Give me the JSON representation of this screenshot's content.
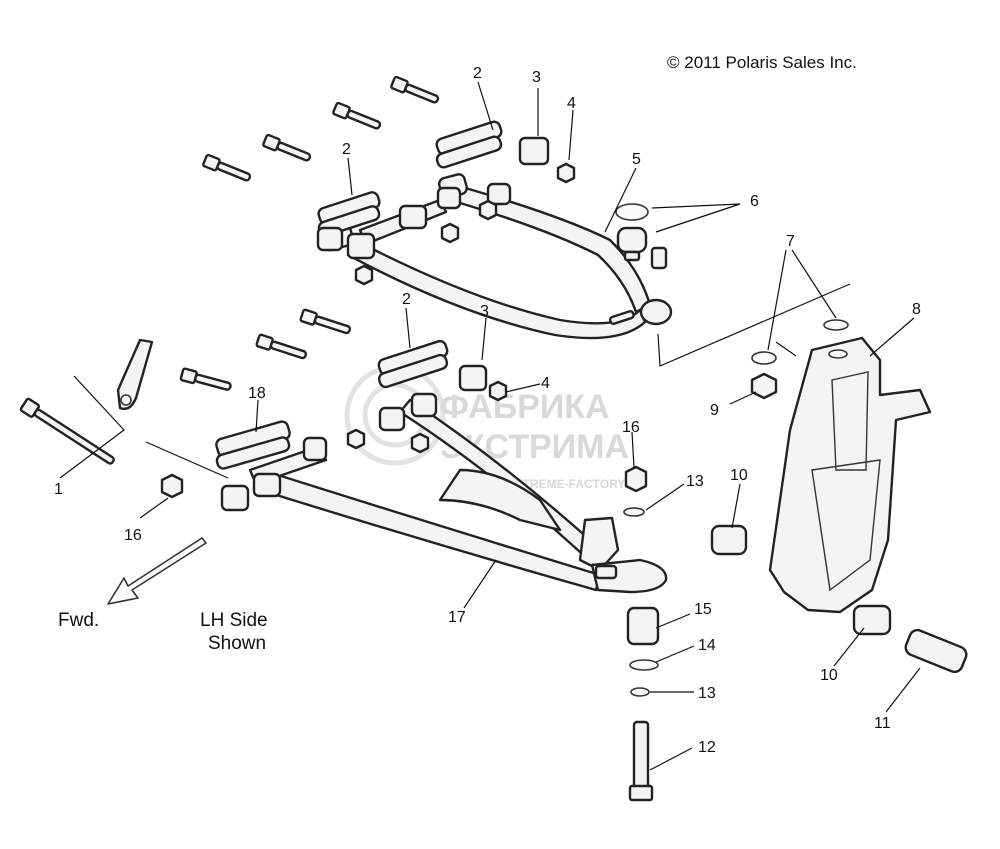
{
  "copyright": "© 2011 Polaris Sales Inc.",
  "caption_fwd": "Fwd.",
  "caption_side_line1": "LH Side",
  "caption_side_line2": "Shown",
  "watermark": {
    "line1": "ФАБРИКА",
    "line2": "ЭКСТРИМА",
    "url": "WWW.EXTREME-FACTORY.RU"
  },
  "callouts": {
    "c1": "1",
    "c2a": "2",
    "c2b": "2",
    "c2c": "2",
    "c3a": "3",
    "c3b": "3",
    "c4a": "4",
    "c4b": "4",
    "c5": "5",
    "c6": "6",
    "c7": "7",
    "c8": "8",
    "c9": "9",
    "c10a": "10",
    "c10b": "10",
    "c11": "11",
    "c12": "12",
    "c13a": "13",
    "c13b": "13",
    "c14": "14",
    "c15": "15",
    "c16a": "16",
    "c16b": "16",
    "c17": "17",
    "c18": "18"
  }
}
